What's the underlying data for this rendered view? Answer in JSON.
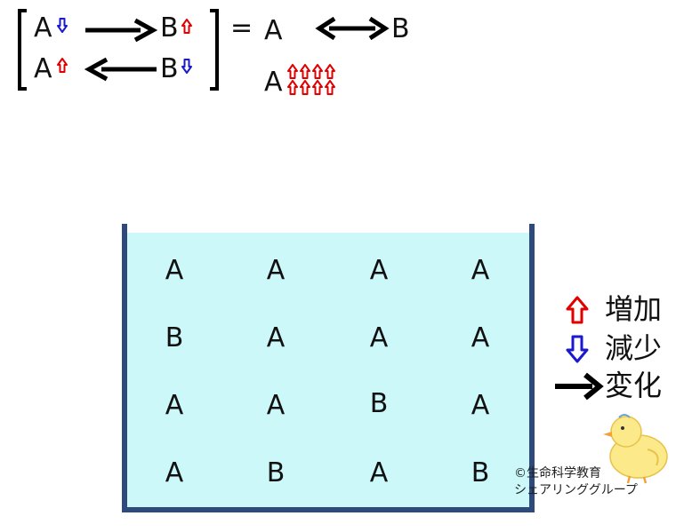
{
  "colors": {
    "increase": "#e00000",
    "decrease": "#1a1acc",
    "change": "#000000",
    "liquid": "#ccf8fa",
    "container": "#2e4a7c"
  },
  "equation": {
    "row1_left": "A",
    "row1_right": "B",
    "row2_left": "A",
    "row2_right": "B",
    "equals": "=",
    "result_left": "A",
    "result_right": "B",
    "result_bottom": "A"
  },
  "grid": {
    "rows": [
      [
        "A",
        "A",
        "A",
        "A"
      ],
      [
        "B",
        "A",
        "A",
        "A"
      ],
      [
        "A",
        "A",
        "B",
        "A"
      ],
      [
        "A",
        "B",
        "A",
        "B"
      ]
    ]
  },
  "legend": {
    "increase_label": "増加",
    "decrease_label": "減少",
    "change_label": "変化"
  },
  "credit": {
    "line1": "©生命科学教育",
    "line2": "シェアリンググループ"
  },
  "icons": {
    "increase": "red-up-arrow-icon",
    "decrease": "blue-down-arrow-icon",
    "change": "black-right-arrow-icon",
    "mascot": "chick-mascot-icon"
  }
}
